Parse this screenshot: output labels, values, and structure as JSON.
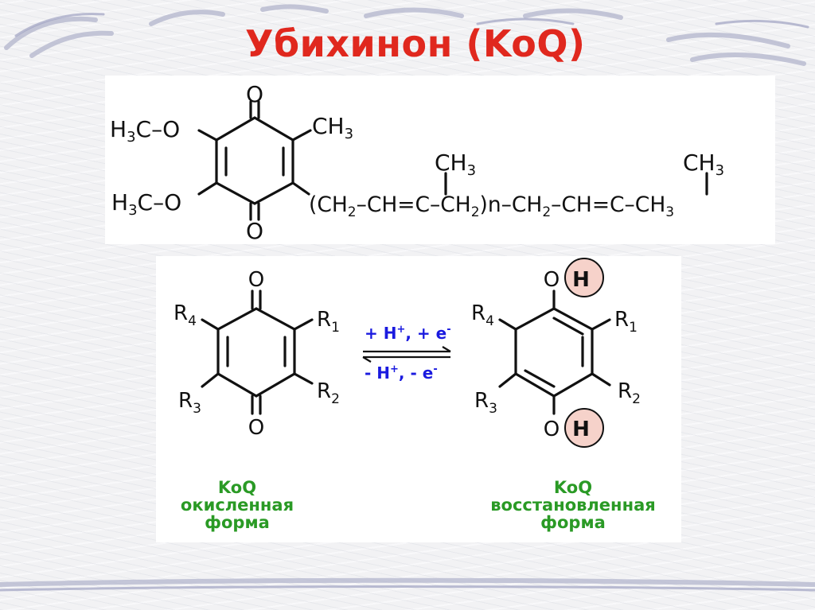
{
  "title": "Убихинон (KoQ)",
  "colors": {
    "title": "#e0281e",
    "arrow_label": "#1a1adf",
    "caption": "#2a9a25",
    "hydrogen_highlight": "#f6d2ca",
    "bond": "#111111"
  },
  "structure": {
    "o_top": "O",
    "o_bottom": "O",
    "methoxy_top_h": "H",
    "methoxy_top_sub": "3",
    "methoxy_top_rest": "C–O",
    "methoxy_bottom_h": "H",
    "methoxy_bottom_sub": "3",
    "methoxy_bottom_rest": "C–O",
    "ch3_ring": "CH",
    "ch3_ring_sub": "3",
    "chain_part1": "(CH",
    "chain_sub1": "2",
    "chain_part2": "–CH=C–CH",
    "chain_sub2": "2",
    "chain_part3": ")n–CH",
    "chain_sub3": "2",
    "chain_part4": "–CH=C–CH",
    "chain_sub4": "3",
    "branch1": "CH",
    "branch1_sub": "3",
    "branch2": "CH",
    "branch2_sub": "3"
  },
  "oxidized": {
    "o_top": "O",
    "o_bottom": "O",
    "r1": "R",
    "r1_sub": "1",
    "r2": "R",
    "r2_sub": "2",
    "r3": "R",
    "r3_sub": "3",
    "r4": "R",
    "r4_sub": "4",
    "caption_line1": "KoQ",
    "caption_line2": "окисленная",
    "caption_line3": "форма"
  },
  "reduced": {
    "o_top": "O",
    "o_bottom": "O",
    "h_top": "H",
    "h_bottom": "H",
    "r1": "R",
    "r1_sub": "1",
    "r2": "R",
    "r2_sub": "2",
    "r3": "R",
    "r3_sub": "3",
    "r4": "R",
    "r4_sub": "4",
    "caption_line1": "KoQ",
    "caption_line2": "восстановленная",
    "caption_line3": "форма"
  },
  "reaction": {
    "forward_p1": "+ H",
    "forward_sup1": "+",
    "forward_p2": ", + e",
    "forward_sup2": "-",
    "reverse_p1": "- H",
    "reverse_sup1": "+",
    "reverse_p2": ", - e",
    "reverse_sup2": "-"
  }
}
